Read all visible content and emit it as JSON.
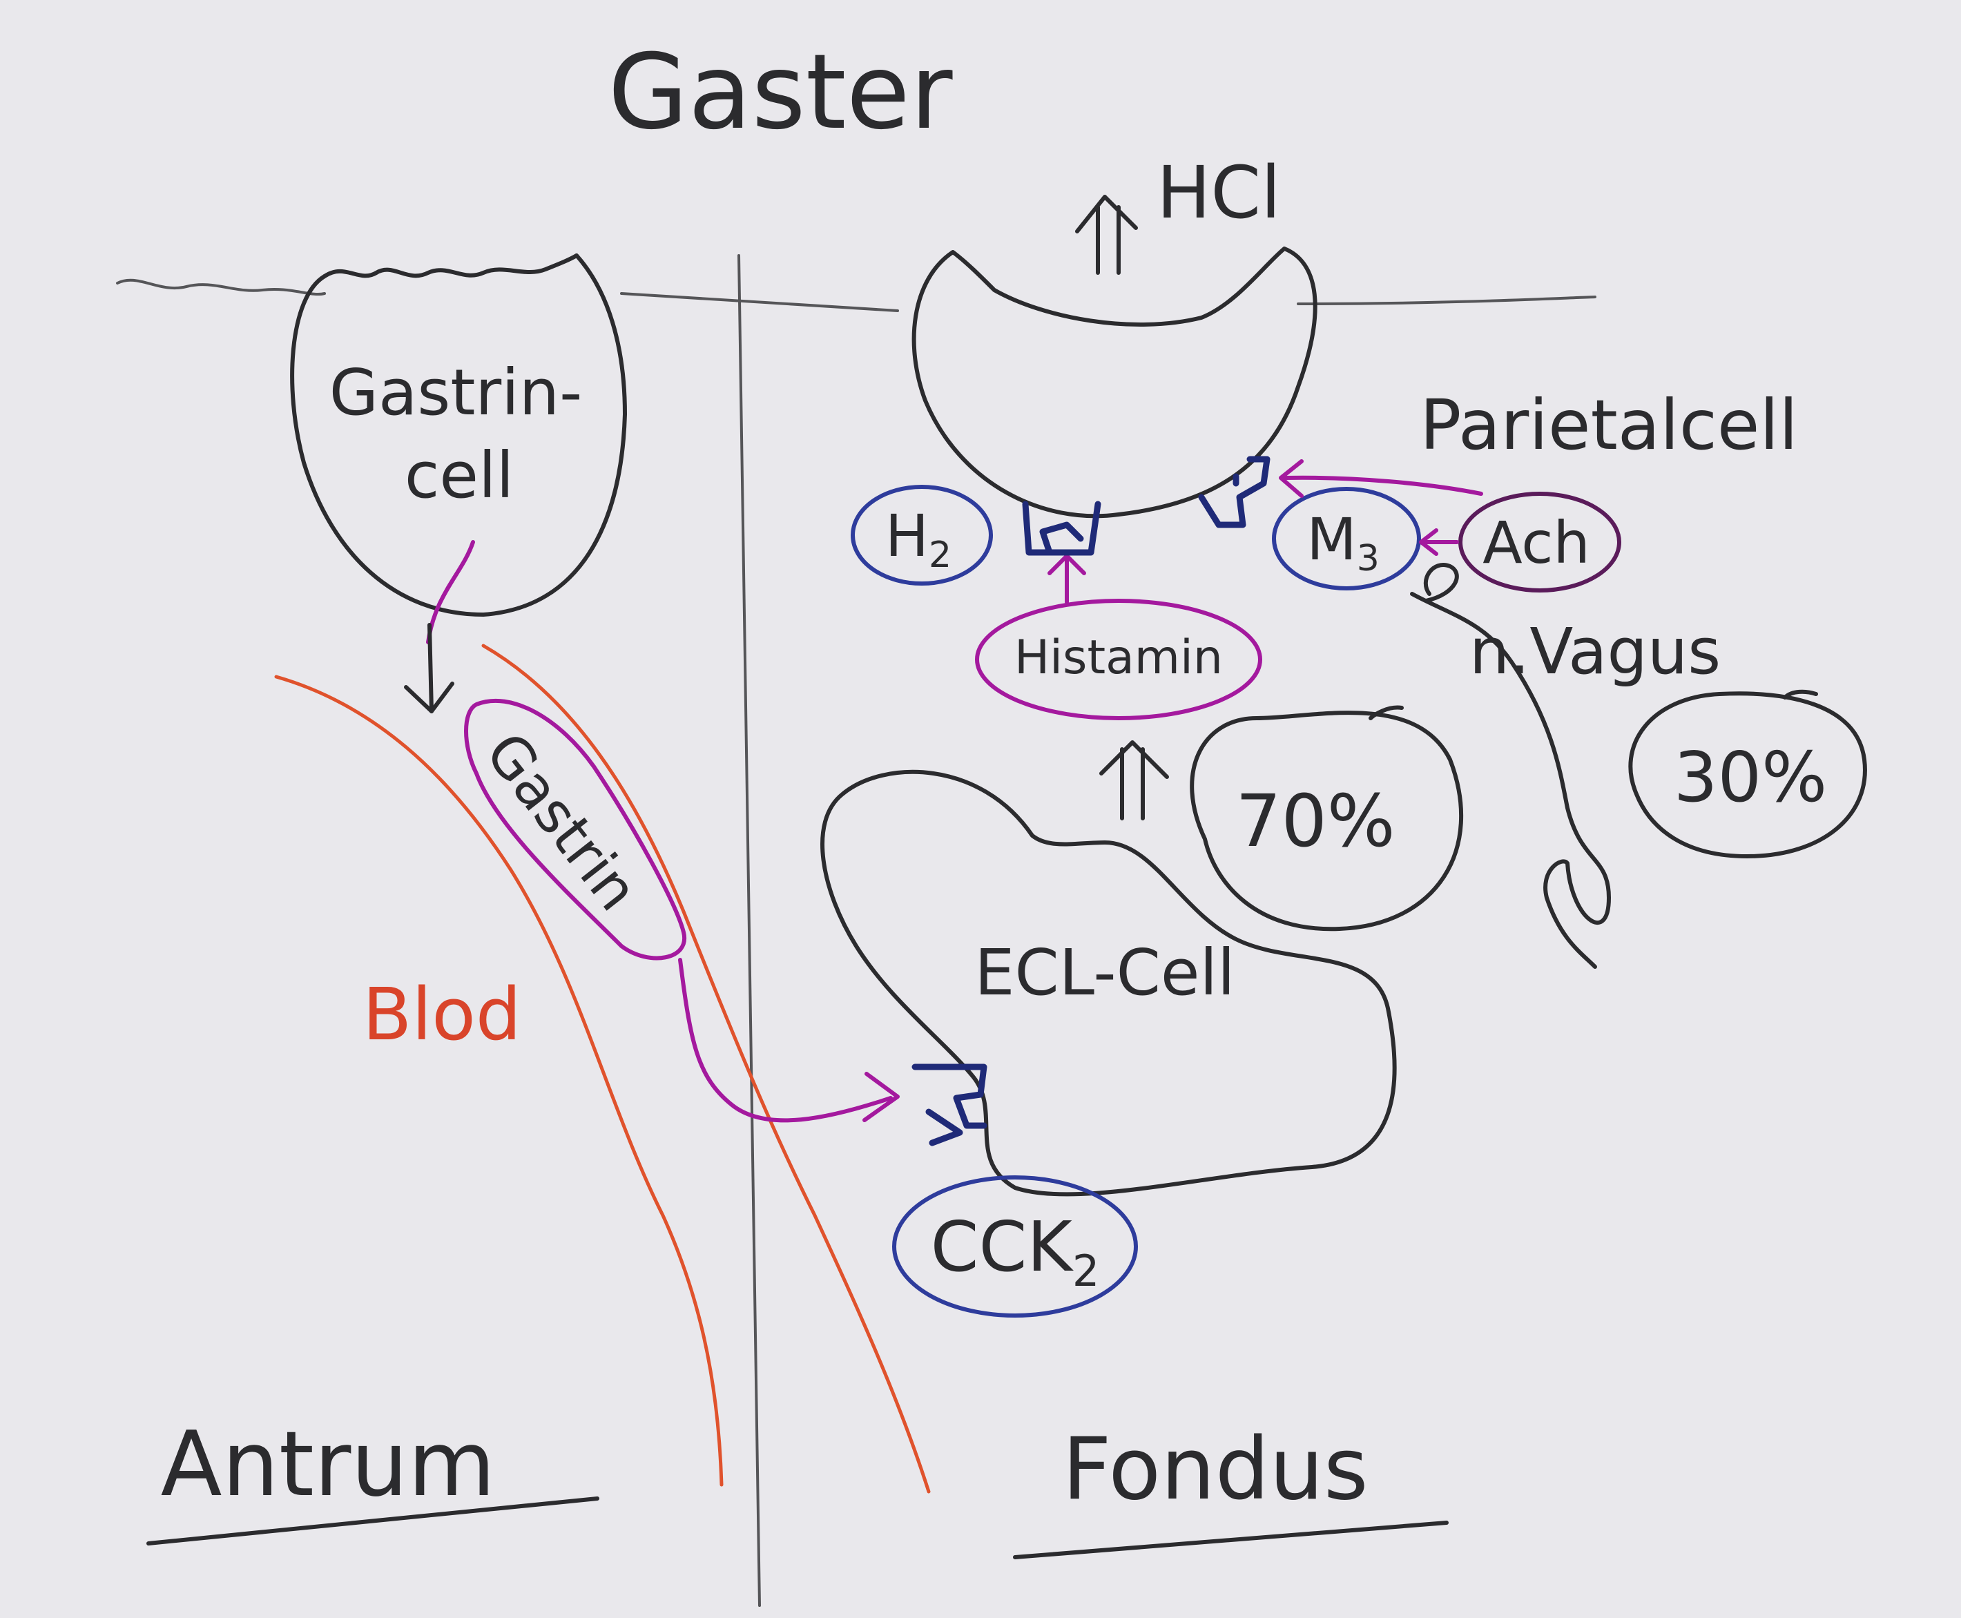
{
  "colors": {
    "paper": "#e9e8ec",
    "ink": "#2b2b2e",
    "blood": "#e0522c",
    "hormone": "#a4199e",
    "receptor": "#2e3c9c"
  },
  "title": "Gaster",
  "regions": {
    "left": "Antrum",
    "right": "Fondus"
  },
  "blood_label": "Blod",
  "gastrin_cell": {
    "line1": "Gastrin-",
    "line2": "cell"
  },
  "gastrin": "Gastrin",
  "ecl_cell": "ECL-Cell",
  "histamin": "Histamin",
  "parietal_cell": "Parietalcell",
  "hcl": "HCl",
  "receptors": {
    "h2": "H",
    "h2_sub": "2",
    "m3": "M",
    "m3_sub": "3",
    "cck": "CCK",
    "cck_sub": "2"
  },
  "ach": "Ach",
  "vagus": "n.Vagus",
  "percent_ecl": "70%",
  "percent_vagus": "30%"
}
